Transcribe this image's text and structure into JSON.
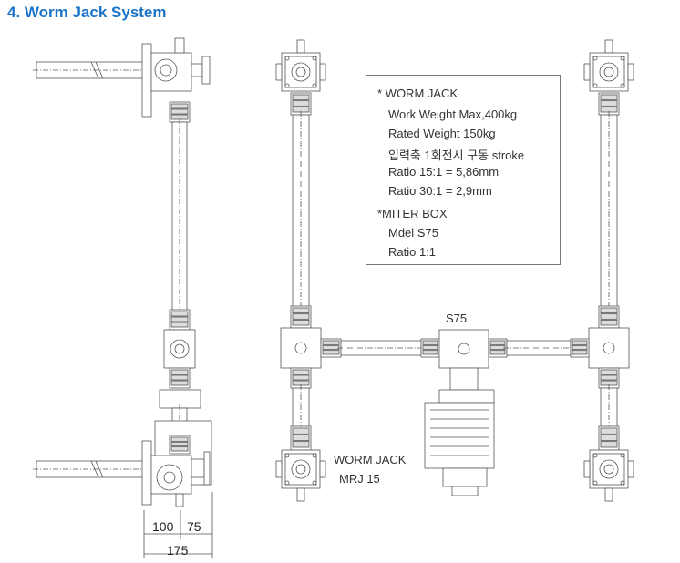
{
  "title": "4. Worm Jack System",
  "spec_box": {
    "worm_jack_header": "* WORM JACK",
    "work_weight": "Work Weight  Max,400kg",
    "rated_weight": "Rated Weight  150kg",
    "stroke_note": "입력축 1회전시 구동 stroke",
    "ratio_15": "Ratio 15:1 = 5,86mm",
    "ratio_30": "Ratio 30:1 = 2,9mm",
    "miter_box_header": "*MITER BOX",
    "model": "Mdel  S75",
    "ratio": "Ratio  1:1"
  },
  "labels": {
    "miter_model": "S75",
    "worm_jack": "WORM JACK",
    "worm_jack_model": "MRJ 15"
  },
  "dimensions": {
    "d1": "100",
    "d2": "75",
    "total": "175"
  },
  "colors": {
    "title": "#1a73c8",
    "line": "#555555"
  }
}
